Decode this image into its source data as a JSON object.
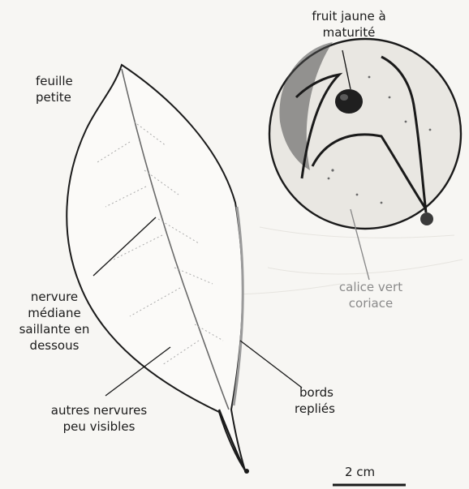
{
  "labels": {
    "fruit": [
      "fruit jaune à",
      "maturité"
    ],
    "leaf_small": [
      "feuille",
      "petite"
    ],
    "midrib": [
      "nervure",
      "médiane",
      "saillante en",
      "dessous"
    ],
    "calyx": [
      "calice vert",
      "coriace"
    ],
    "edges": [
      "bords",
      "repliés"
    ],
    "other_veins": [
      "autres nervures",
      "peu visibles"
    ],
    "scale": "2 cm"
  },
  "colors": {
    "ink": "#1a1a1a",
    "grey_label": "#8a8a8a",
    "fruit_fill": "#e9e7e2",
    "background": "#f7f6f3"
  }
}
